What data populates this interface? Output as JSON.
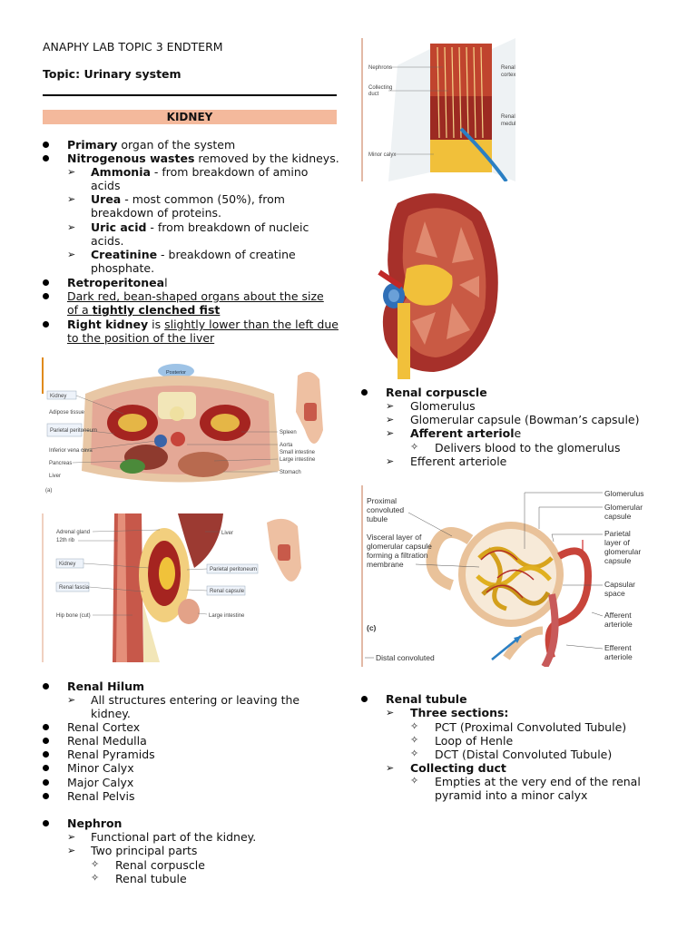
{
  "header": {
    "title": "ANAPHY LAB TOPIC 3 ENDTERM",
    "topic": "Topic: Urinary system",
    "section_banner": "KIDNEY"
  },
  "left_list": {
    "primary_b": "Primary",
    "primary_t": " organ of the system",
    "nitro_b": "Nitrogenous wastes",
    "nitro_t": " removed by the kidneys.",
    "ammonia_b": "Ammonia",
    "ammonia_t1": " - from breakdown of amino",
    "ammonia_t2": "acids",
    "urea_b": "Urea",
    "urea_t1": " - most common (50%), from",
    "urea_t2": "breakdown of proteins.",
    "uric_b": "Uric acid",
    "uric_t1": " - from breakdown of nucleic",
    "uric_t2": "acids.",
    "creat_b": "Creatinine",
    "creat_t1": " - breakdown of creatine",
    "creat_t2": "phosphate.",
    "retro_b": "Retroperitonea",
    "retro_t": "l",
    "dark_1": "Dark red, bean-shaped organs about the size ",
    "dark_2a": "of a ",
    "dark_2b": "tightly clenched fist",
    "right_b": "Right kidney",
    "right_t1": " is ",
    "right_u1": "slightly lower than the left due",
    "right_u2": "to the position of the liver"
  },
  "fig1": {
    "posterior": "Posterior",
    "kidney": "Kidney",
    "adipose": "Adipose tissue",
    "parietal": "Parietal peritoneum",
    "ivc": "Inferior vena cava",
    "pancreas": "Pancreas",
    "liver": "Liver",
    "spleen": "Spleen",
    "aorta": "Aorta",
    "small_int": "Small intestine",
    "large_int": "Large intestine",
    "stomach": "Stomach",
    "panel": "(a)"
  },
  "fig2": {
    "adrenal": "Adrenal gland",
    "rib": "12th rib",
    "kidney": "Kidney",
    "renal_fascia": "Renal fascia",
    "hip": "Hip bone (cut)",
    "liver": "Liver",
    "parietal": "Parietal peritoneum",
    "capsule": "Renal capsule",
    "large_int": "Large intestine"
  },
  "fig3": {
    "nephrons": "Nephrons",
    "collecting_1": "Collecting",
    "collecting_2": "duct",
    "minor_calyx": "Minor calyx",
    "cortex_1": "Renal",
    "cortex_2": "cortex",
    "medulla_1": "Renal",
    "medulla_2": "medulla"
  },
  "fig5": {
    "pct_1": "Proximal",
    "pct_2": "convoluted",
    "pct_3": "tubule",
    "visc_1": "Visceral layer of",
    "visc_2": "glomerular capsule",
    "visc_3": "forming a filtration",
    "visc_4": "membrane",
    "panel": "(c)",
    "dct": "Distal convoluted",
    "glom": "Glomerulus",
    "gcap_1": "Glomerular",
    "gcap_2": "capsule",
    "par_1": "Parietal",
    "par_2": "layer of",
    "par_3": "glomerular",
    "par_4": "capsule",
    "cs_1": "Capsular",
    "cs_2": "space",
    "aff_1": "Afferent",
    "aff_2": "arteriole",
    "eff_1": "Efferent",
    "eff_2": "arteriole"
  },
  "right_list": {
    "renal_corpuscle": "Renal corpuscle",
    "glomerulus": "Glomerulus",
    "glom_capsule": "Glomerular capsule (Bowman’s capsule)",
    "afferent_b": "Afferent arteriol",
    "afferent_t": "e",
    "afferent_sub": "Delivers blood to the glomerulus",
    "efferent": "Efferent arteriole",
    "renal_tubule": "Renal tubule",
    "three_sections": "Three sections:",
    "pct": "PCT (Proximal Convoluted Tubule)",
    "loop": "Loop of Henle",
    "dct": "DCT (Distal Convoluted Tubule)",
    "collecting_duct": "Collecting duct",
    "empties_1": "Empties at the very end of the renal",
    "empties_2": "pyramid into a minor calyx"
  },
  "lower_left": {
    "hilum": "Renal Hilum",
    "hilum_sub_1": "All structures entering or leaving the",
    "hilum_sub_2": "kidney.",
    "cortex": "Renal Cortex",
    "medulla": "Renal Medulla",
    "pyramids": "Renal Pyramids",
    "minor": "Minor Calyx",
    "major": "Major Calyx",
    "pelvis": "Renal Pelvis",
    "nephron": "Nephron",
    "nephron_sub1": "Functional part of the kidney.",
    "nephron_sub2": "Two principal parts",
    "part1": "Renal corpuscle",
    "part2": "Renal tubule"
  },
  "colors": {
    "banner": "#f4b99c",
    "red": "#b3302a",
    "yellow": "#f2c230"
  }
}
